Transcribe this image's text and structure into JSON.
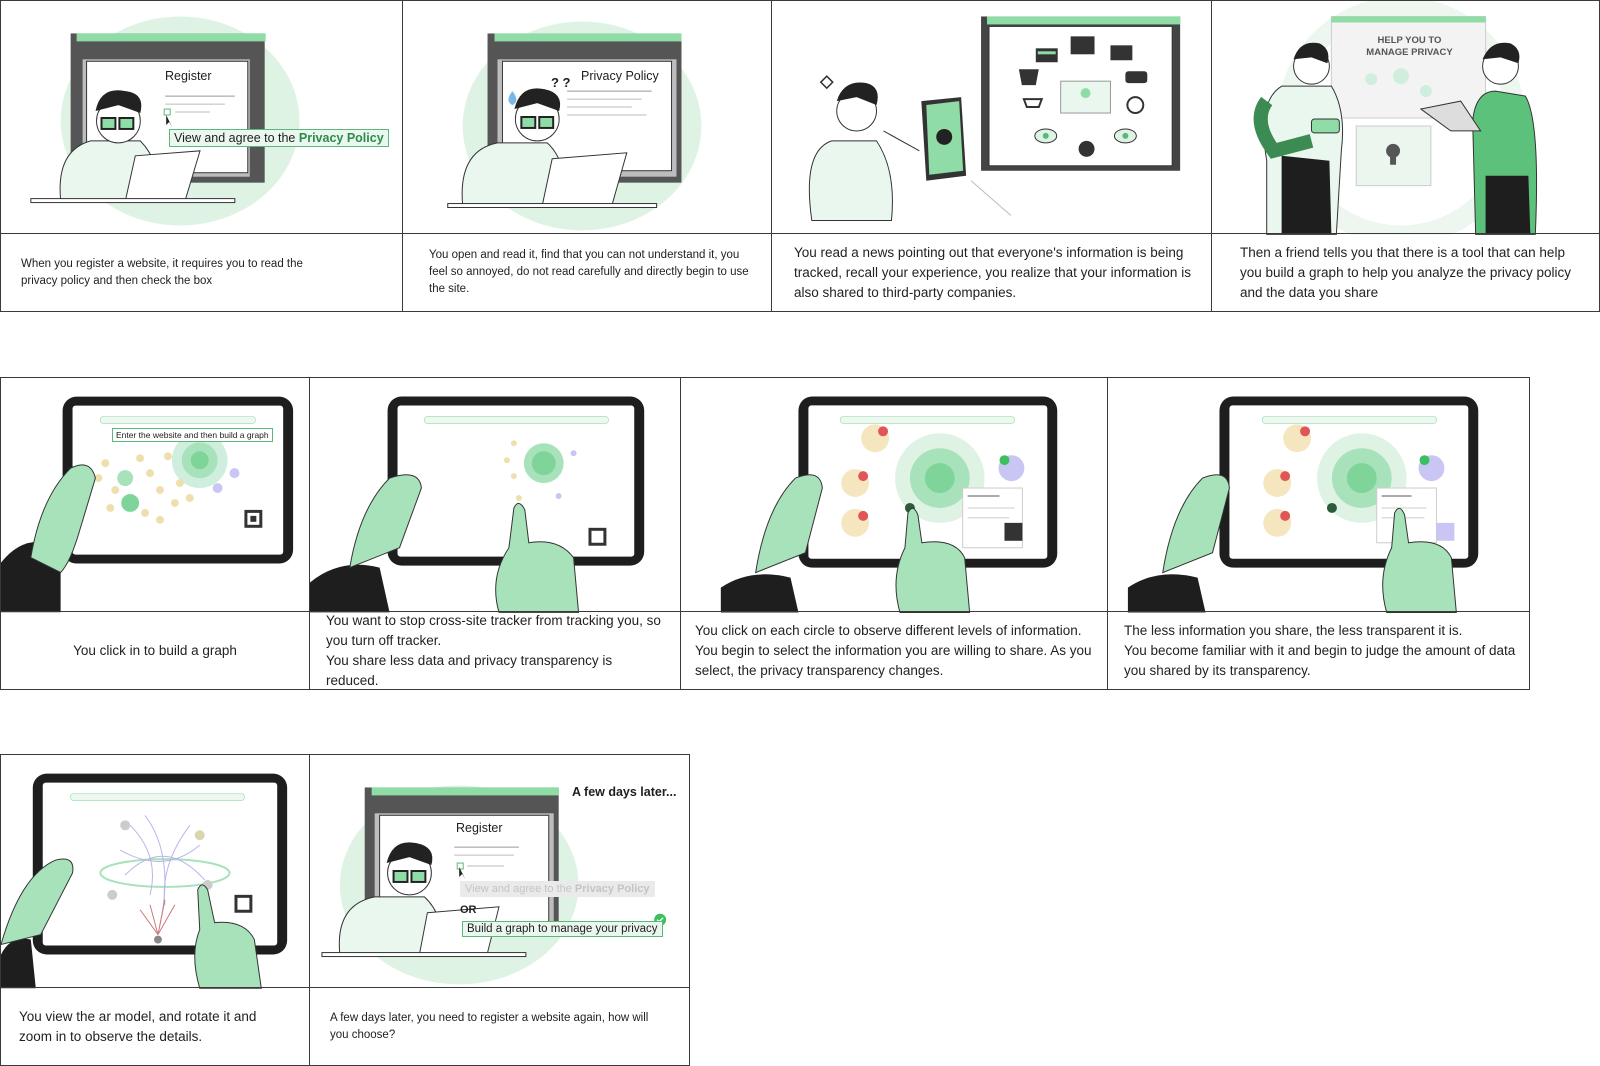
{
  "colors": {
    "accent": "#8fdca6",
    "accent_dark": "#2e8a4b",
    "ink": "#1e1e1e",
    "bg_blob": "#dff3e5"
  },
  "panels": [
    {
      "caption": "When you register a website, it requires you to read the privacy policy and then check the box",
      "screen_title": "Register",
      "callout": "View and agree to the ",
      "callout_bold": "Privacy Policy"
    },
    {
      "caption": "You open and read it, find that you can not understand it, you feel so annoyed, do not read carefully and directly begin to use the site.",
      "screen_title": "Privacy Policy",
      "marks": "? ?"
    },
    {
      "caption": "You read a news pointing out that everyone's information is being tracked, recall your experience, you realize that your information is also shared to third-party companies."
    },
    {
      "caption": "Then a friend tells you that there is a tool that can help you build a graph to help you analyze the privacy policy and the data you share",
      "board_text": "HELP YOU TO MANAGE PRIVACY"
    },
    {
      "caption": "You click in to build a graph",
      "callout": "Enter the website and then build a graph"
    },
    {
      "caption": "You want to stop cross-site tracker from tracking you, so you turn off tracker.\nYou share less data and privacy transparency is reduced."
    },
    {
      "caption": "You click on each circle to observe different levels of information.\nYou begin to select the information you are willing to share. As you select, the privacy transparency changes."
    },
    {
      "caption": "The less information you share, the less transparent it is.\nYou become familiar with it and begin to judge the amount of data you shared by its transparency."
    },
    {
      "caption": "You view the ar model, and rotate it and zoom in to observe the details."
    },
    {
      "caption": "A few days later, you need to register a website again, how will you choose?",
      "heading": "A few days later...",
      "screen_title": "Register",
      "faded_option": "View and agree to the ",
      "faded_bold": "Privacy Policy",
      "or_label": "OR",
      "option": "Build a graph to manage your privacy"
    }
  ]
}
